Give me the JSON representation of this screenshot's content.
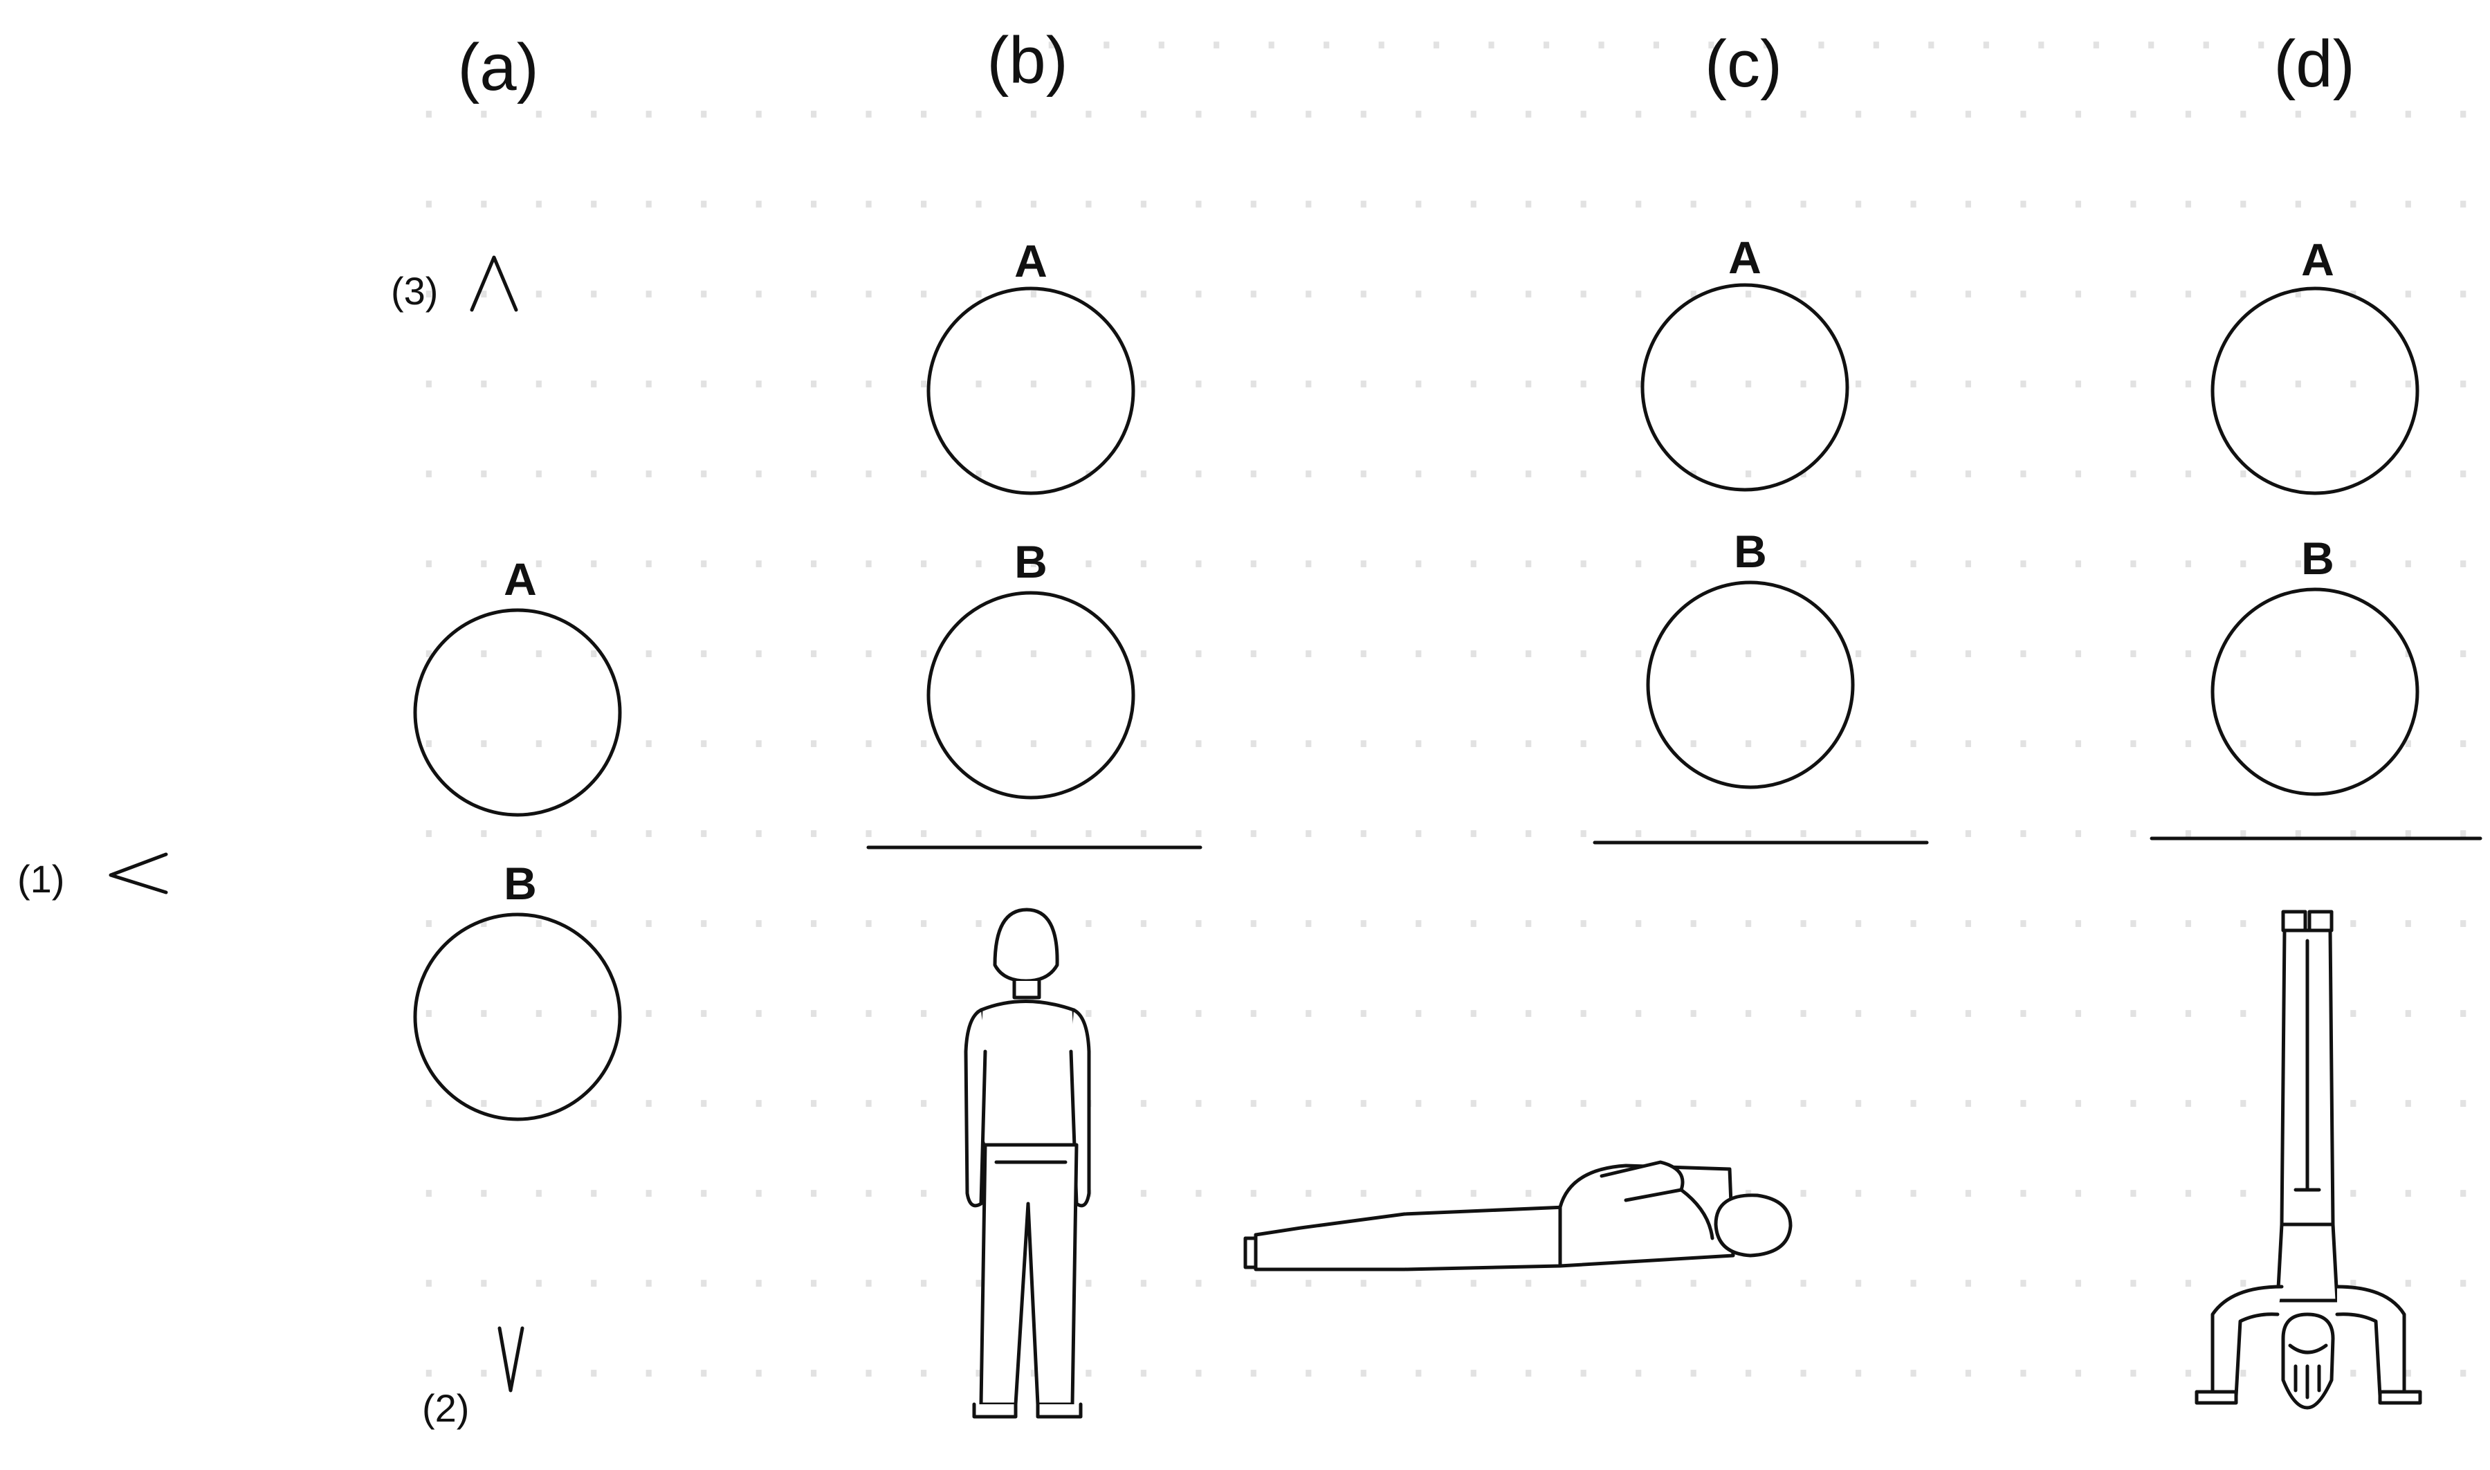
{
  "panels": [
    "(a)",
    "(b)",
    "(c)",
    "(d)"
  ],
  "circle_labels": {
    "top": "A",
    "bottom": "B"
  },
  "answers": {
    "opt1_label": "(1)",
    "opt1_glyph": "<",
    "opt2_label": "(2)",
    "opt2_glyph": "V",
    "opt3_label": "(3)",
    "opt3_glyph": "Λ"
  },
  "figures": [
    "standing-person",
    "lying-person",
    "inverted-person"
  ]
}
